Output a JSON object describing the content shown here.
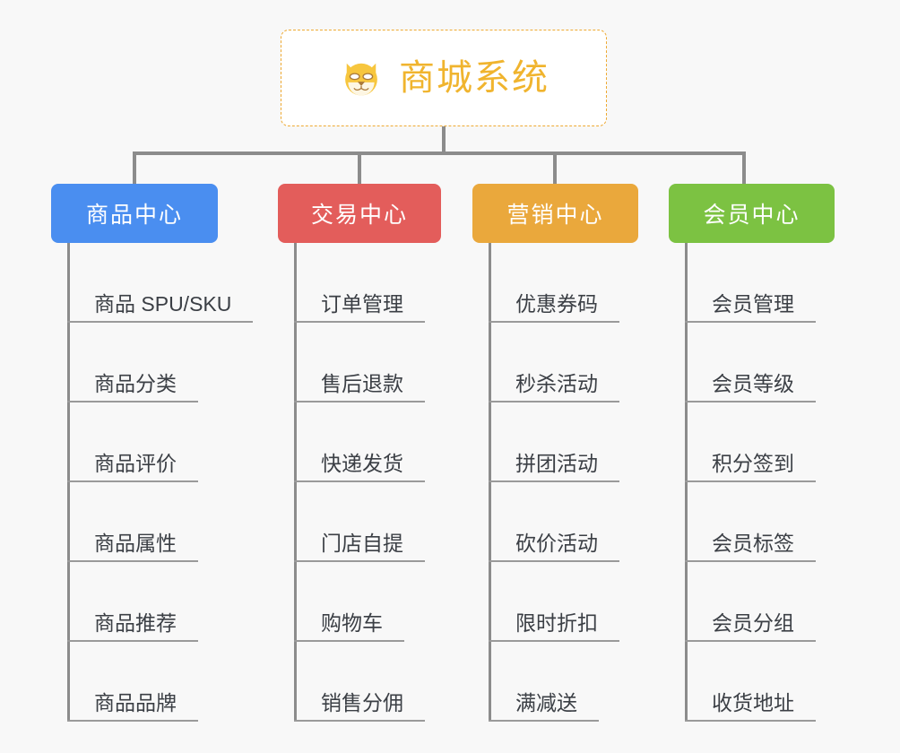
{
  "diagram": {
    "type": "mind-map",
    "background_color": "#f8f8f8",
    "root": {
      "title": "商城系统",
      "icon": "dog-face-icon",
      "border_color": "#eeaa33",
      "text_color": "#f0b42e",
      "background_color": "#ffffff"
    },
    "connector_color": "#8c8c8c",
    "branches": [
      {
        "label": "商品中心",
        "color": "#4a8ef0",
        "items": [
          "商品 SPU/SKU",
          "商品分类",
          "商品评价",
          "商品属性",
          "商品推荐",
          "商品品牌"
        ]
      },
      {
        "label": "交易中心",
        "color": "#e35d5b",
        "items": [
          "订单管理",
          "售后退款",
          "快递发货",
          "门店自提",
          "购物车",
          "销售分佣"
        ]
      },
      {
        "label": "营销中心",
        "color": "#eaa83c",
        "items": [
          "优惠券码",
          "秒杀活动",
          "拼团活动",
          "砍价活动",
          "限时折扣",
          "满减送"
        ]
      },
      {
        "label": "会员中心",
        "color": "#7cc242",
        "items": [
          "会员管理",
          "会员等级",
          "积分签到",
          "会员标签",
          "会员分组",
          "收货地址"
        ]
      }
    ]
  }
}
